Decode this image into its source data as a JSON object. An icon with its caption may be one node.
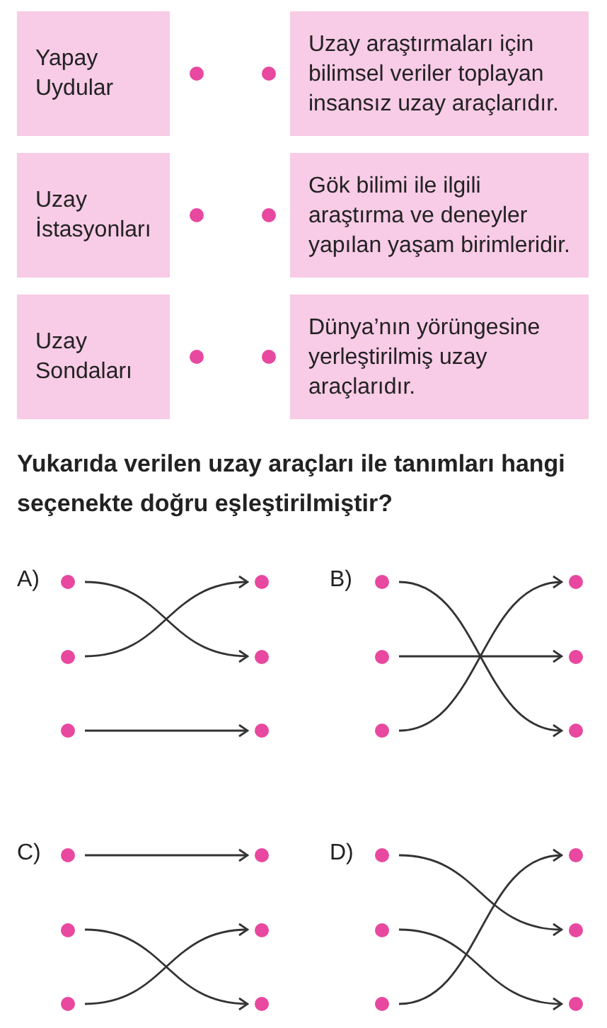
{
  "diagram": {
    "nodes": [
      {
        "text": [
          "Yapay Uydular"
        ]
      },
      {
        "text": [],
        "shape": "circle"
      },
      {
        "text": [],
        "shape": "circle"
      },
      {
        "text": [
          "Uzay araştırmaları için bilimsel veriler toplayan insansız uzay araçlarıdır."
        ]
      },
      {
        "text": [
          "Uzay İstasyonları"
        ]
      },
      {
        "text": [],
        "shape": "circle"
      },
      {
        "text": [],
        "shape": "circle"
      },
      {
        "text": [
          "Gök bilimi ile ilgili araştırma ve deneyler yapılan yaşam birimleridir."
        ]
      },
      {
        "text": [
          "Uzay Sondaları"
        ]
      },
      {
        "text": [],
        "shape": "circle"
      },
      {
        "text": [],
        "shape": "circle"
      },
      {
        "text": [
          "Dünya’nın yörüngesine yerleştirilmiş uzay araçlarıdır."
        ]
      },
      {
        "text": [],
        "shape": "circle"
      },
      {
        "text": [],
        "shape": "circle"
      },
      {
        "text": [],
        "shape": "circle"
      },
      {
        "text": [],
        "shape": "circle"
      },
      {
        "text": [],
        "shape": "circle"
      },
      {
        "text": [],
        "shape": "circle"
      },
      {
        "text": [],
        "shape": "circle"
      },
      {
        "text": [],
        "shape": "circle"
      },
      {
        "text": [],
        "shape": "circle"
      },
      {
        "text": [],
        "shape": "circle"
      },
      {
        "text": [],
        "shape": "circle"
      },
      {
        "text": [],
        "shape": "circle"
      },
      {
        "text": [],
        "shape": "circle"
      },
      {
        "text": [],
        "shape": "circle"
      },
      {
        "text": [],
        "shape": "circle"
      },
      {
        "text": [],
        "shape": "circle"
      },
      {
        "text": [],
        "shape": "circle"
      },
      {
        "text": [],
        "shape": "circle"
      },
      {
        "text": [],
        "shape": "circle"
      },
      {
        "text": [],
        "shape": "circle"
      },
      {
        "text": [],
        "shape": "circle"
      },
      {
        "text": [],
        "shape": "circle"
      },
      {
        "text": [],
        "shape": "circle"
      },
      {
        "text": [],
        "shape": "circle"
      }
    ],
    "edges": [
      {
        "from": 12,
        "to": 15,
        "arrow": "to"
      },
      {
        "from": 14,
        "to": 13,
        "arrow": "to"
      },
      {
        "from": 16,
        "to": 17,
        "arrow": "to"
      },
      {
        "from": 18,
        "to": 23,
        "arrow": "to"
      },
      {
        "from": 20,
        "to": 21,
        "arrow": "to"
      },
      {
        "from": 22,
        "to": 19,
        "arrow": "to"
      },
      {
        "from": 24,
        "to": 25,
        "arrow": "to"
      },
      {
        "from": 26,
        "to": 29,
        "arrow": "to"
      },
      {
        "from": 28,
        "to": 27,
        "arrow": "to"
      },
      {
        "from": 30,
        "to": 33,
        "arrow": "to"
      },
      {
        "from": 32,
        "to": 35,
        "arrow": "to"
      },
      {
        "from": 34,
        "to": 31,
        "arrow": "to"
      }
    ],
    "labels": [
      "Yukarıda verilen uzay araçları ile tanımları hangi seçenekte doğru eşleştirilmiştir?",
      "A)",
      "B)",
      "C)",
      "D)"
    ]
  }
}
